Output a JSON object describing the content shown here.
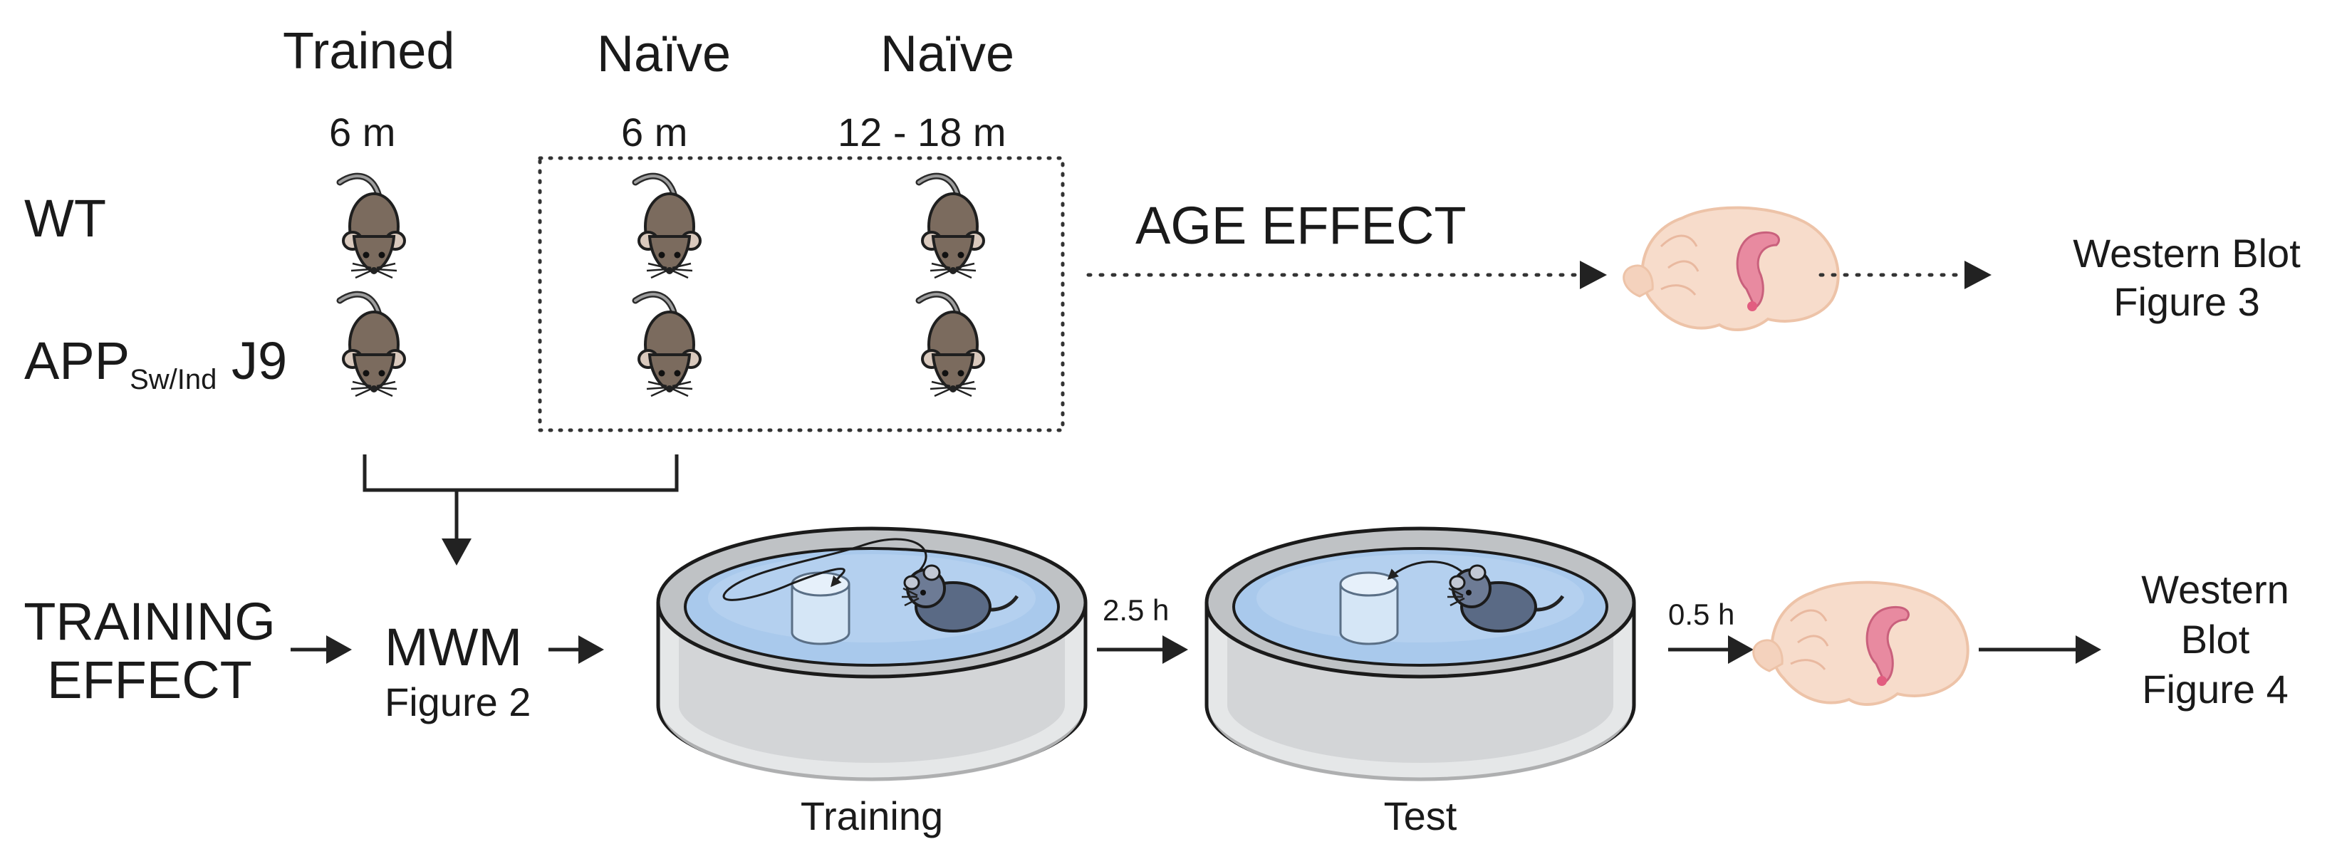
{
  "groups": {
    "trained": {
      "label": "Trained",
      "age": "6 m"
    },
    "naive_young": {
      "label": "Naïve",
      "age": "6 m"
    },
    "naive_old": {
      "label": "Naïve",
      "age": "12 - 18 m"
    }
  },
  "genotypes": {
    "wt": "WT",
    "app_main": "APP",
    "app_subscript": "Sw/Ind",
    "app_suffix": "J9"
  },
  "age_effect": {
    "label": "AGE EFFECT",
    "result_line1": "Western Blot",
    "result_line2": "Figure 3"
  },
  "training_effect": {
    "label_line1": "TRAINING",
    "label_line2": "EFFECT",
    "mwm_label": "MWM",
    "mwm_figure": "Figure 2",
    "training_label": "Training",
    "test_label": "Test",
    "delay_training_test": "2.5 h",
    "delay_test_tissue": "0.5 h",
    "result_line1": "Western",
    "result_line2": "Blot",
    "result_line3": "Figure 4"
  },
  "colors": {
    "mouse_body": "#7b6b5e",
    "mouse_blue": "#5a6a85",
    "water": "#a9c9ec",
    "pool_gray": "#cfd1d3",
    "brain": "#f6d6c2",
    "hippocampus": "#e78aa0"
  },
  "icons": [
    "mouse-icon",
    "brain-icon",
    "water-maze-icon",
    "arrow-icon"
  ]
}
